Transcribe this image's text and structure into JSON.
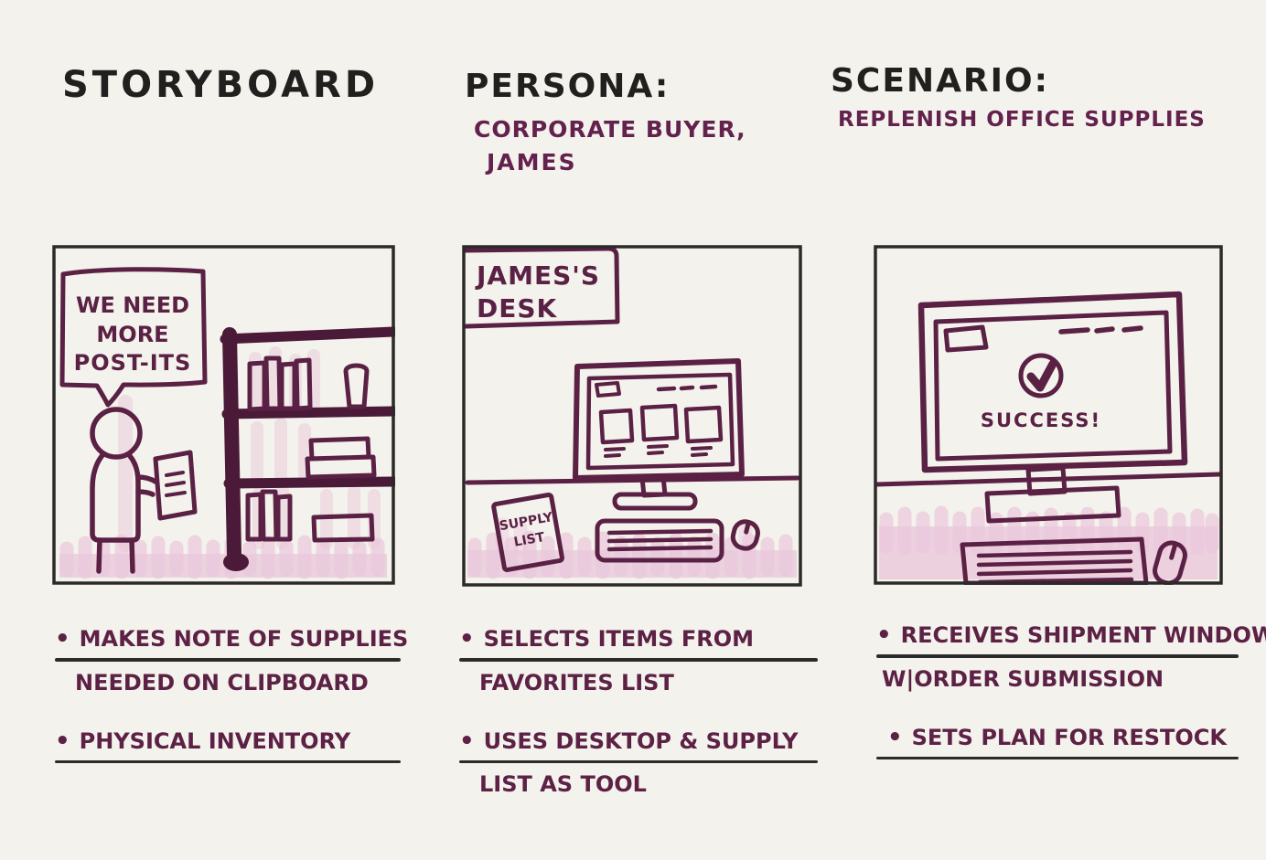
{
  "header": {
    "title": "STORYBOARD",
    "persona_label": "PERSONA:",
    "persona_line1": "CORPORATE BUYER,",
    "persona_line2": "JAMES",
    "scenario_label": "SCENARIO:",
    "scenario_value": "REPLENISH OFFICE SUPPLIES"
  },
  "glyphs": {
    "bullet": "•"
  },
  "colors": {
    "ink": "#5a2144",
    "ink_dark": "#4a1a38",
    "heading_black": "#21201e",
    "pink_shading": "#eac7db",
    "underline_black": "#2c2b29",
    "background": "#f4f2ec"
  },
  "panels": [
    {
      "speech_bubble": {
        "line1": "WE NEED",
        "line2": "MORE",
        "line3": "POST-ITS"
      },
      "notes": [
        {
          "line1": "MAKES NOTE OF SUPPLIES",
          "line2": "NEEDED ON CLIPBOARD"
        },
        {
          "line1": "PHYSICAL INVENTORY"
        }
      ]
    },
    {
      "label_line1": "JAMES'S",
      "label_line2": "DESK",
      "note_line1": "SUPPLY",
      "note_line2": "LIST",
      "notes": [
        {
          "line1": "SELECTS ITEMS FROM",
          "line2": "FAVORITES LIST"
        },
        {
          "line1": "USES DESKTOP & SUPPLY",
          "line2": "LIST AS TOOL"
        }
      ]
    },
    {
      "screen_message": "SUCCESS!",
      "notes": [
        {
          "line1": "RECEIVES SHIPMENT WINDOW",
          "line2": "W|ORDER SUBMISSION"
        },
        {
          "line1": "SETS PLAN FOR RESTOCK"
        }
      ]
    }
  ]
}
